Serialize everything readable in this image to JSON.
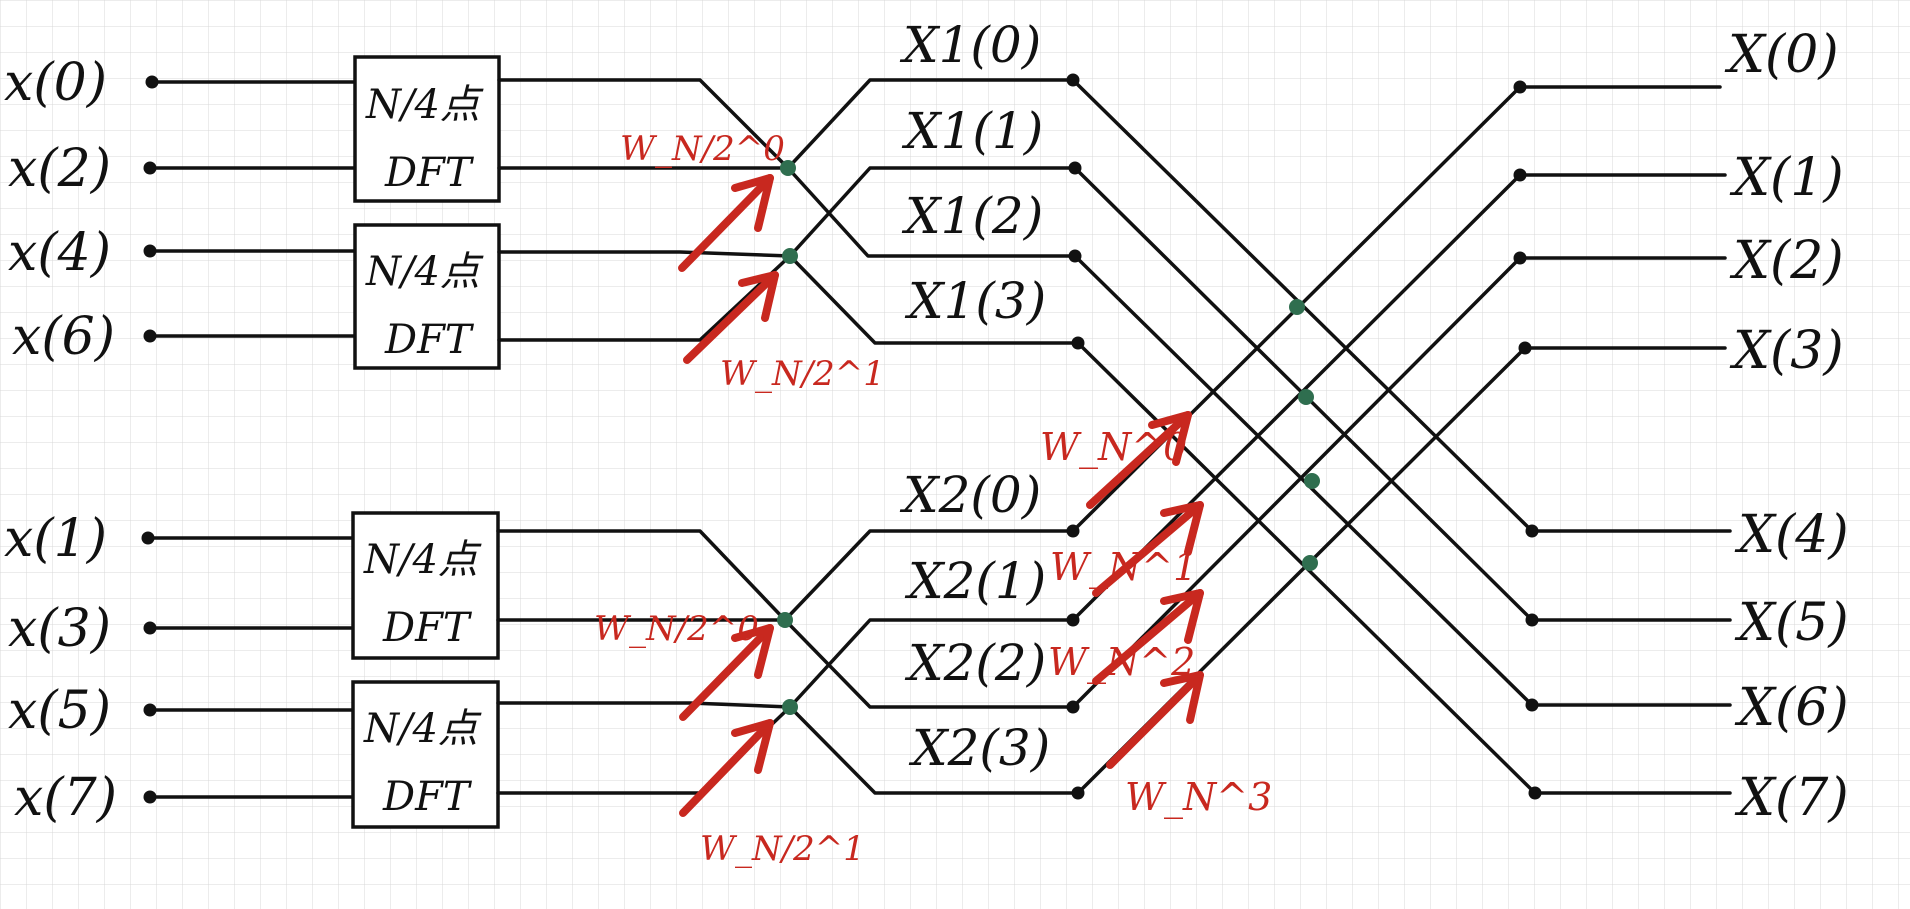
{
  "colors": {
    "background": "#ffffff",
    "grid": "#d9d9d9",
    "ink": "#111111",
    "twiddle": "#c8281f",
    "butterfly_node": "#2f6e4f"
  },
  "inputs_top": [
    "x(0)",
    "x(2)",
    "x(4)",
    "x(6)"
  ],
  "inputs_bottom": [
    "x(1)",
    "x(3)",
    "x(5)",
    "x(7)"
  ],
  "block_text": [
    "N/4点",
    "DFT"
  ],
  "x1_labels": [
    "X1(0)",
    "X1(1)",
    "X1(2)",
    "X1(3)"
  ],
  "x2_labels": [
    "X2(0)",
    "X2(1)",
    "X2(2)",
    "X2(3)"
  ],
  "outputs": [
    "X(0)",
    "X(1)",
    "X(2)",
    "X(3)",
    "X(4)",
    "X(5)",
    "X(6)",
    "X(7)"
  ],
  "twiddles_stage2": [
    "W_N/2^0",
    "W_N/2^1",
    "W_N/2^0",
    "W_N/2^1"
  ],
  "twiddles_stage3": [
    "W_N^0",
    "W_N^1",
    "W_N^2",
    "W_N^3"
  ]
}
